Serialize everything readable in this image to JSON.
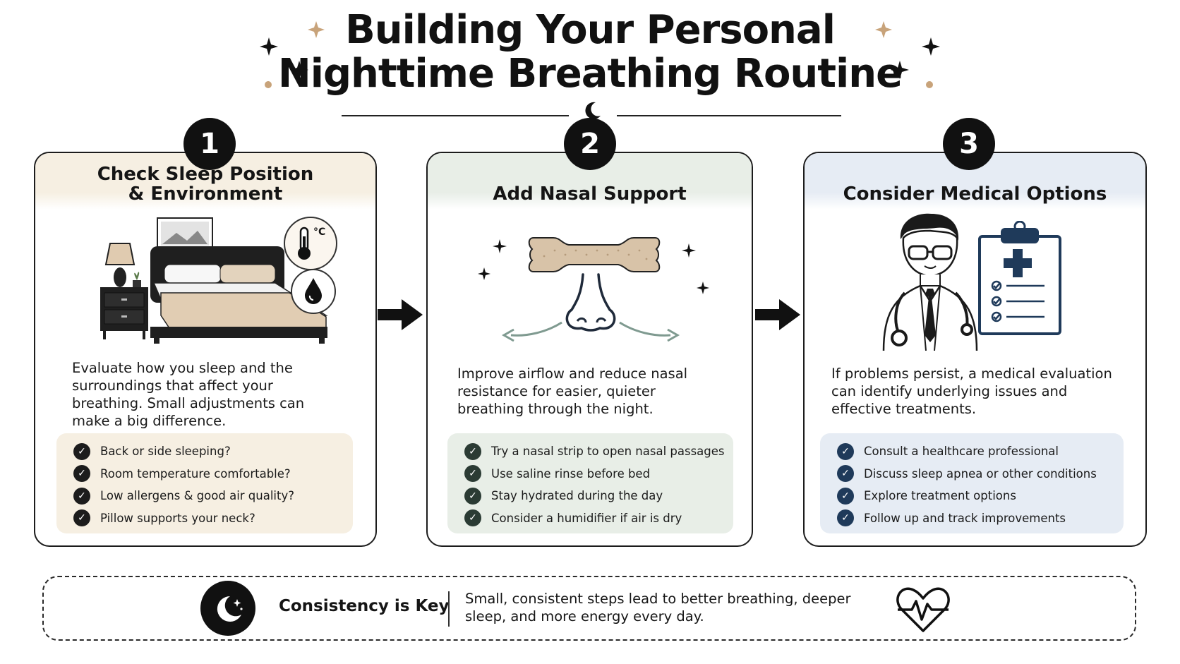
{
  "title": {
    "line1": "Building Your Personal",
    "line2": "Nighttime Breathing Routine"
  },
  "steps": [
    {
      "number": "1",
      "heading_line1": "Check Sleep Position",
      "heading_line2": "& Environment",
      "icon_label": "°C",
      "description": "Evaluate how you sleep and the surroundings that affect your breathing. Small adjustments can make a big difference.",
      "checks": [
        "Back or side sleeping?",
        "Room temperature comfortable?",
        "Low allergens & good air quality?",
        "Pillow supports your neck?"
      ]
    },
    {
      "number": "2",
      "heading_line1": "Add Nasal Support",
      "heading_line2": "",
      "description": "Improve airflow and reduce nasal resistance for easier, quieter breathing through the night.",
      "checks": [
        "Try a nasal strip to open nasal passages",
        "Use saline rinse before bed",
        "Stay hydrated during the day",
        "Consider a humidifier if air is dry"
      ]
    },
    {
      "number": "3",
      "heading_line1": "Consider Medical Options",
      "heading_line2": "",
      "description": "If problems persist, a medical evaluation can identify underlying issues and effective treatments.",
      "checks": [
        "Consult a healthcare professional",
        "Discuss sleep apnea or other conditions",
        "Explore treatment options",
        "Follow up and track improvements"
      ]
    }
  ],
  "footer": {
    "title": "Consistency is Key",
    "text": "Small, consistent steps lead to better breathing, deeper sleep, and more energy every day."
  },
  "colors": {
    "card1_tint": "#f6efe2",
    "card2_tint": "#e8eee7",
    "card3_tint": "#e6ecf4",
    "accent_gold": "#c8a37a",
    "strip_tan": "#d8c3a8",
    "clipboard_navy": "#1f3a5a",
    "airflow_gray": "#7f9a90"
  },
  "icons": [
    "sparkle-icon",
    "moon-icon",
    "bed-icon",
    "thermometer-icon",
    "droplet-icon",
    "nasal-strip-icon",
    "nose-icon",
    "doctor-icon",
    "clipboard-icon",
    "check-icon",
    "arrow-right-icon",
    "heart-pulse-icon"
  ]
}
